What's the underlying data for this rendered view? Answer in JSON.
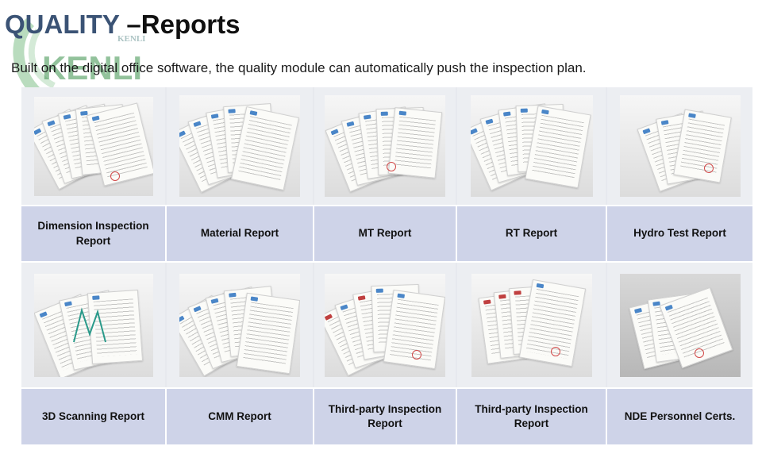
{
  "header": {
    "brand": "QUALITY",
    "section": " –Reports",
    "subtitle": "Built on the digital office software, the quality module can automatically push the inspection plan.",
    "logo_text": "KENLI",
    "logo_small_text": "KENLI"
  },
  "colors": {
    "brand_text": "#3b5375",
    "label_background": "#ced3e8",
    "image_background": "#eceef2",
    "logo_green": "#5aa86a"
  },
  "reports": [
    {
      "label": "Dimension Inspection Report",
      "icon": "document-stack-photo"
    },
    {
      "label": "Material Report",
      "icon": "document-stack-photo"
    },
    {
      "label": "MT Report",
      "icon": "document-stack-photo"
    },
    {
      "label": "RT Report",
      "icon": "document-stack-photo"
    },
    {
      "label": "Hydro Test Report",
      "icon": "document-stack-photo"
    },
    {
      "label": "3D Scanning Report",
      "icon": "document-stack-photo"
    },
    {
      "label": "CMM Report",
      "icon": "document-stack-photo"
    },
    {
      "label": "Third-party Inspection Report",
      "icon": "document-stack-photo"
    },
    {
      "label": "Third-party Inspection Report",
      "icon": "document-stack-photo"
    },
    {
      "label": "NDE Personnel Certs.",
      "icon": "document-stack-photo"
    }
  ]
}
